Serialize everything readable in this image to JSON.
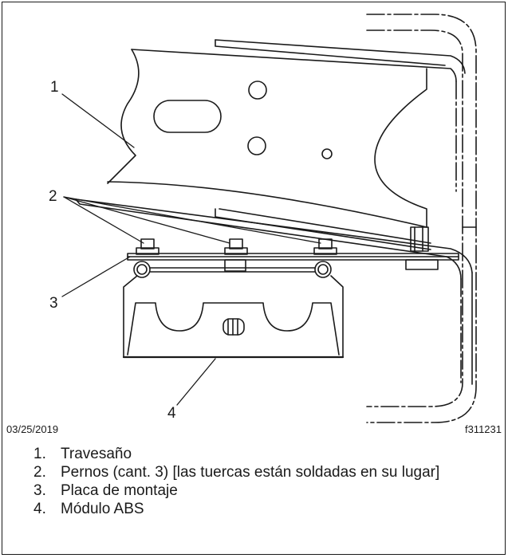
{
  "figure": {
    "date": "03/25/2019",
    "figure_id": "f311231",
    "callouts": [
      "1",
      "2",
      "3",
      "4"
    ]
  },
  "legend": [
    {
      "num": "1.",
      "text": "Travesaño"
    },
    {
      "num": "2.",
      "text": "Pernos (cant. 3) [las tuercas están soldadas en su lugar]"
    },
    {
      "num": "3.",
      "text": "Placa de montaje"
    },
    {
      "num": "4.",
      "text": "Módulo ABS"
    }
  ]
}
